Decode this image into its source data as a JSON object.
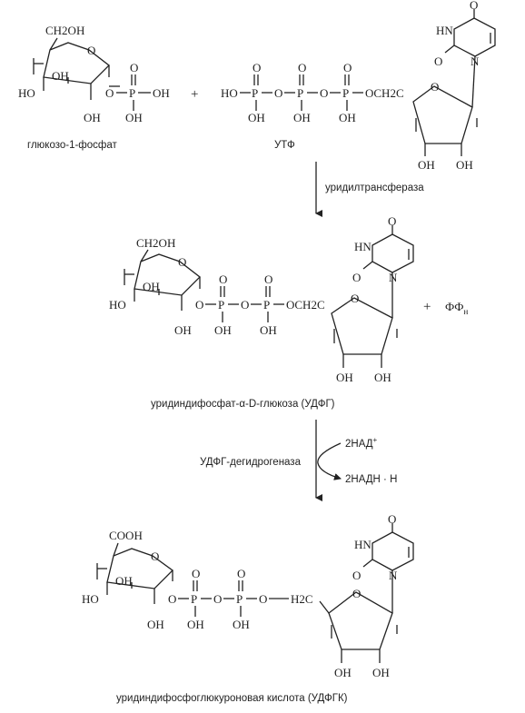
{
  "atoms": {
    "CH2OH": "CH2OH",
    "CH2": "CH2",
    "OH": "OH",
    "HO": "HO",
    "O": "O",
    "P": "P",
    "HN": "HN",
    "N": "N",
    "C": "C",
    "H2C": "H2C",
    "COOH": "COOH"
  },
  "step1": {
    "reactant1_caption": "глюкозо-1-фосфат",
    "reactant2_caption": "УТФ",
    "plus": "+",
    "enzyme": "уридилтрансфераза"
  },
  "step2": {
    "product_caption": "уридиндифосфат-α-D-глюкоза (УДФГ)",
    "byproduct": "ФФ",
    "byproduct_sub": "н",
    "plus": "+",
    "enzyme": "УДФГ-дегидрогеназа",
    "cofactor_in": "2НАД",
    "cofactor_in_sup": "+",
    "cofactor_out": "2НАДН · Н"
  },
  "step3": {
    "product_caption": "уридиндифосфоглюкуроновая кислота (УДФГК)"
  }
}
